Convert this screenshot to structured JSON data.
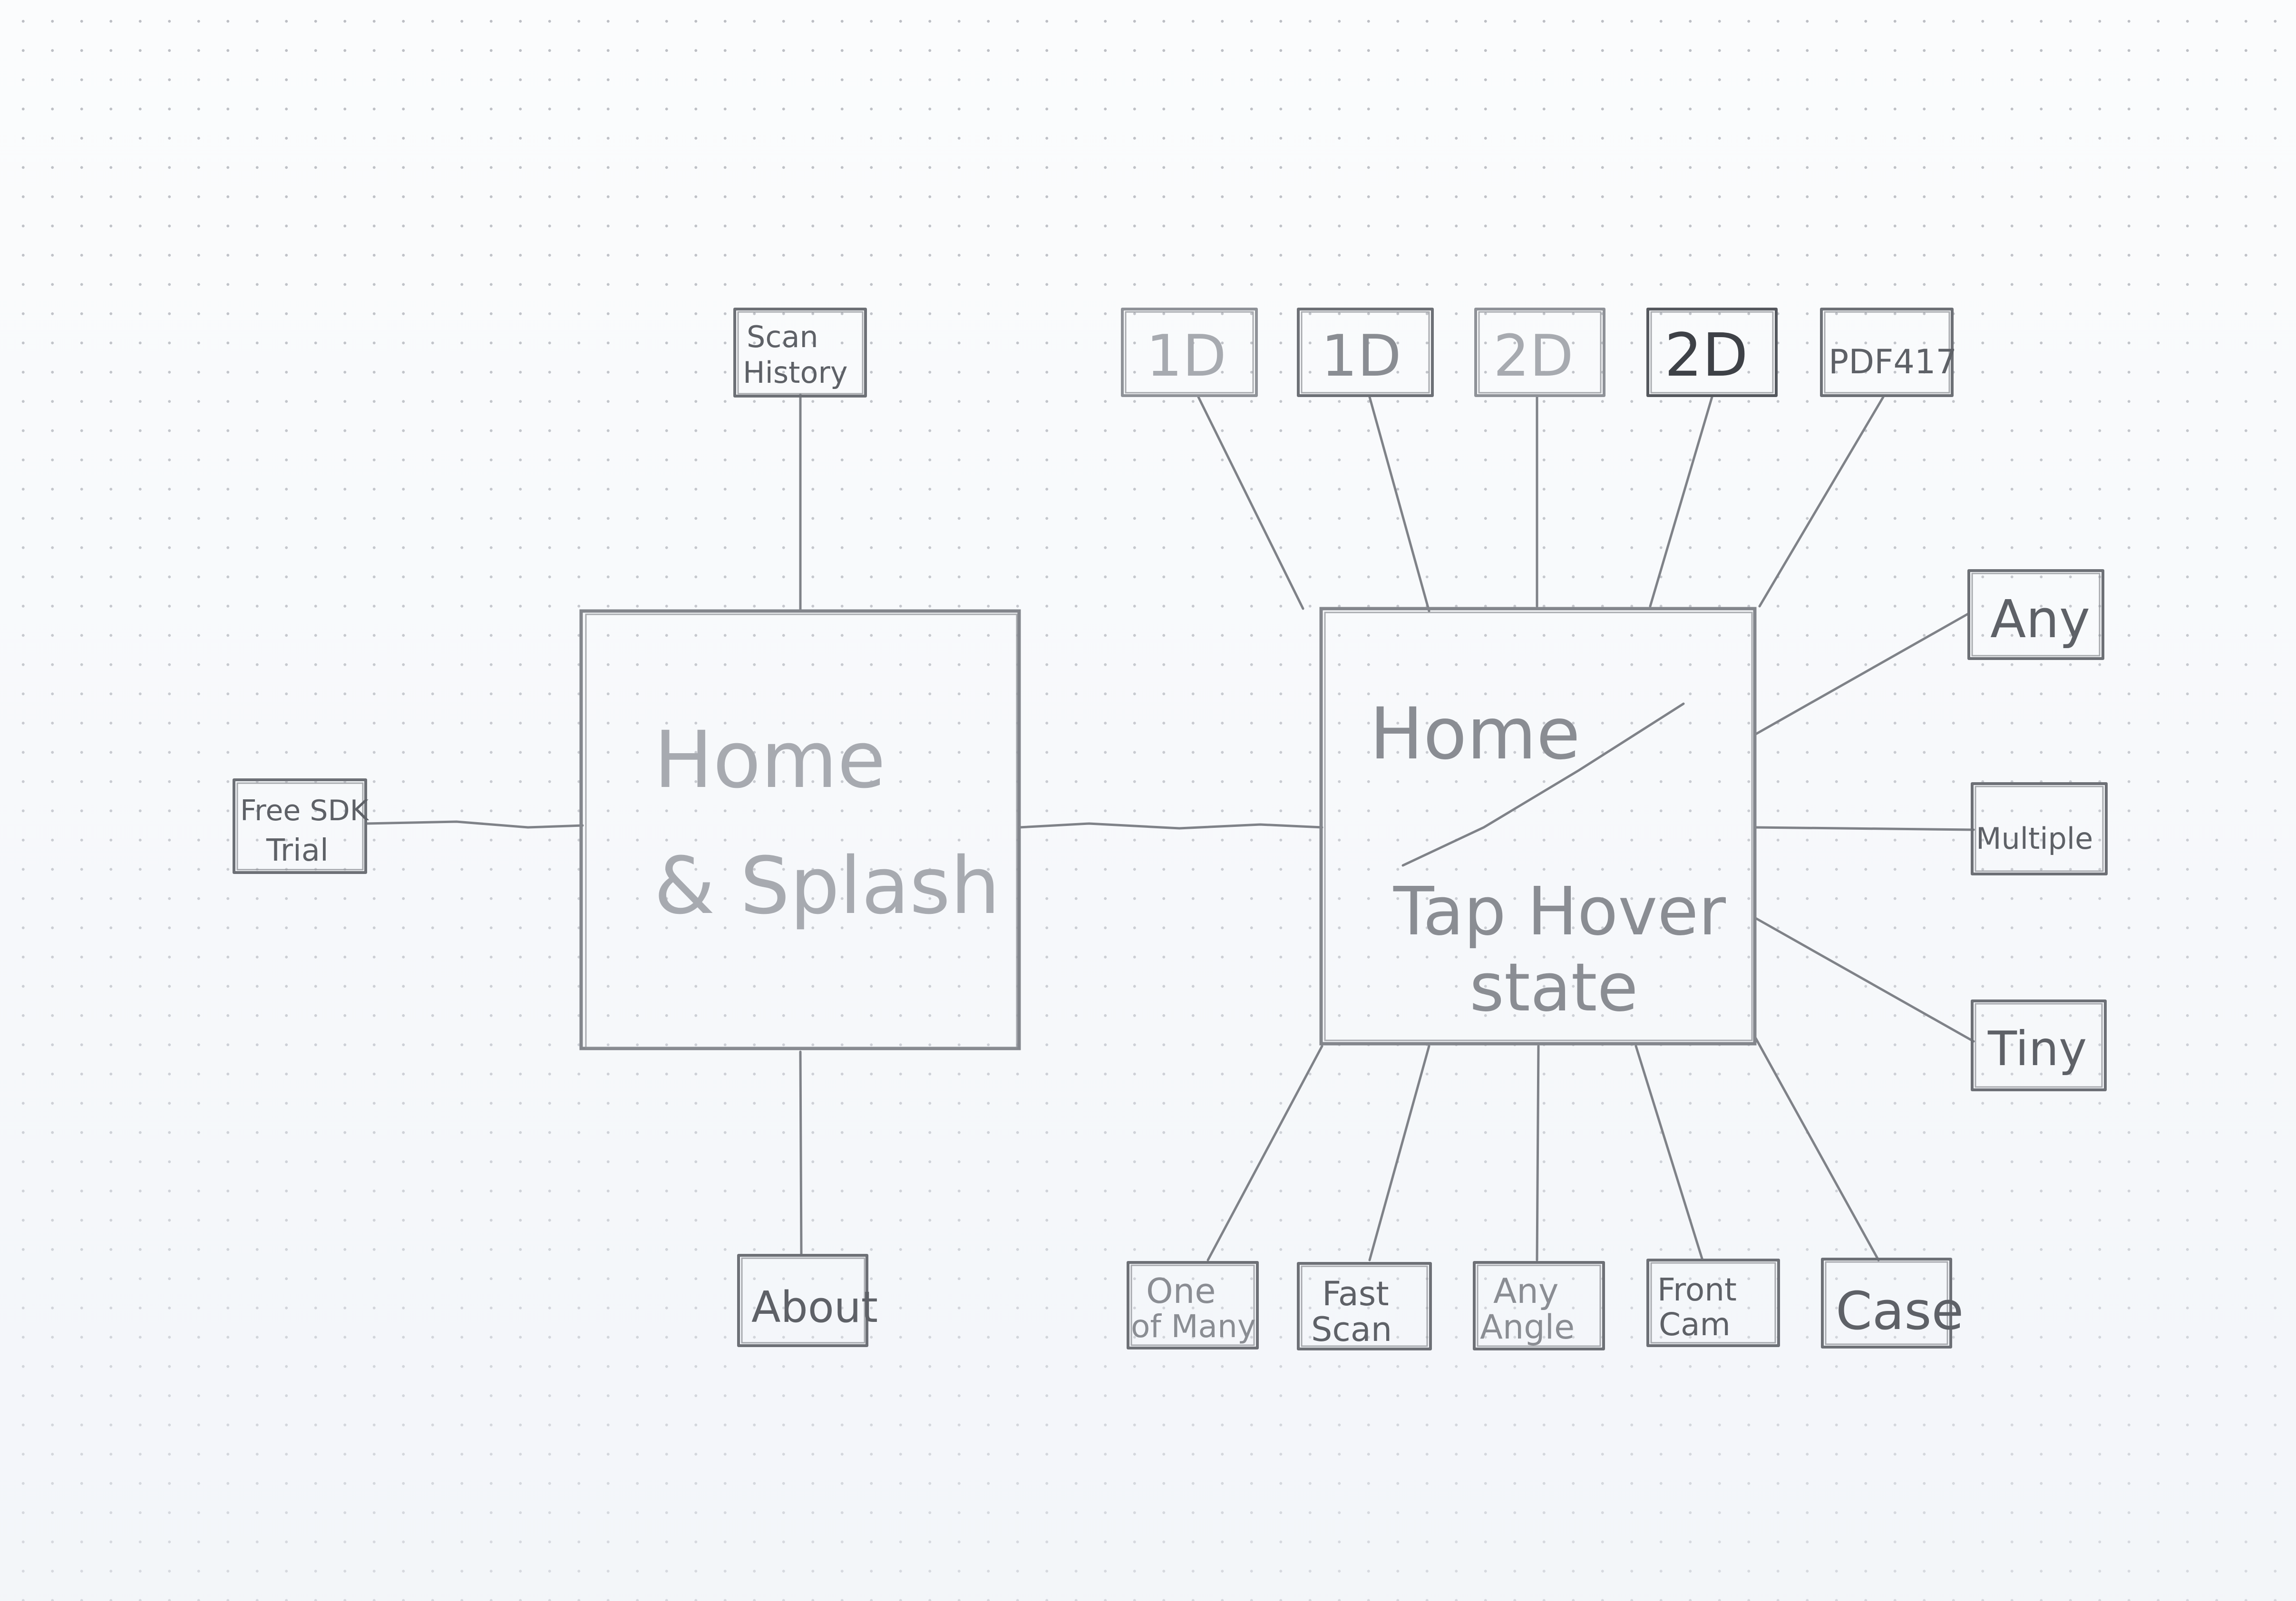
{
  "nodes": {
    "home_splash": {
      "line1": "Home",
      "line2": "& Splash"
    },
    "home_tap": {
      "line1": "Home",
      "line2": "Tap Hover",
      "line3": "state"
    },
    "scan_history": {
      "line1": "Scan",
      "line2": "History"
    },
    "about": {
      "label": "About"
    },
    "free_sdk_trial": {
      "line1": "Free SDK",
      "line2": "Trial"
    },
    "top_1d_a": {
      "label": "1D"
    },
    "top_1d_b": {
      "label": "1D"
    },
    "top_2d_a": {
      "label": "2D"
    },
    "top_2d_b": {
      "label": "2D"
    },
    "top_pdf417": {
      "label": "PDF417"
    },
    "right_any": {
      "label": "Any"
    },
    "right_multiple": {
      "label": "Multiple"
    },
    "right_tiny": {
      "label": "Tiny"
    },
    "bottom_one_of_many": {
      "line1": "One",
      "line2": "of Many"
    },
    "bottom_fast_scan": {
      "line1": "Fast",
      "line2": "Scan"
    },
    "bottom_any_angle": {
      "line1": "Any",
      "line2": "Angle"
    },
    "bottom_front_cam": {
      "line1": "Front",
      "line2": "Cam"
    },
    "bottom_case": {
      "label": "Case"
    }
  },
  "colors": {
    "pencil": "#6d7076",
    "pencil_light": "#a7aab0",
    "paper": "#fbfcfd",
    "grid_dot": "#6e737d"
  }
}
